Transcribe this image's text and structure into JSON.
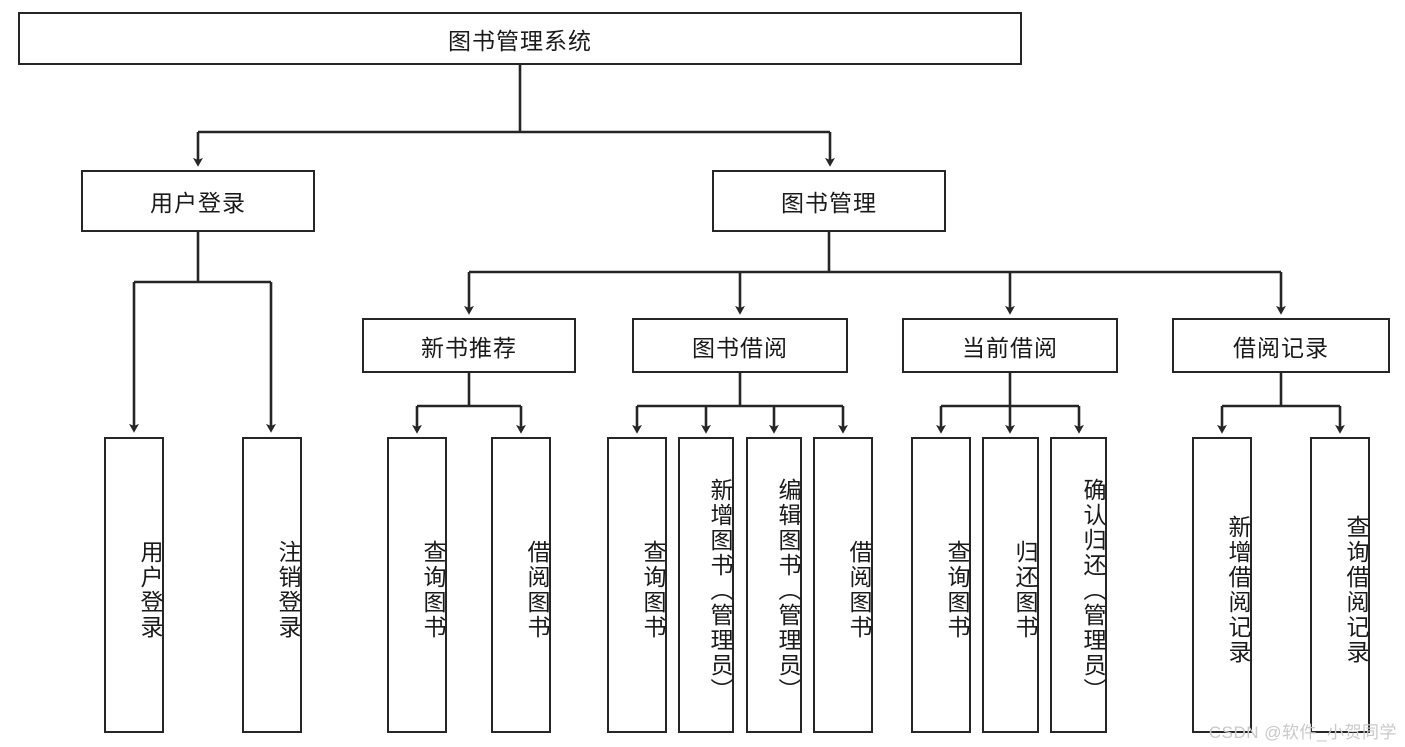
{
  "diagram": {
    "title": "图书管理系统",
    "type": "tree-hierarchy-function-chart",
    "root": {
      "label": "图书管理系统"
    },
    "level1": [
      {
        "label": "用户登录"
      },
      {
        "label": "图书管理"
      }
    ],
    "level2": [
      {
        "label": "新书推荐"
      },
      {
        "label": "图书借阅"
      },
      {
        "label": "当前借阅"
      },
      {
        "label": "借阅记录"
      }
    ],
    "leaves": {
      "user_login": [
        {
          "label": "用户登录"
        },
        {
          "label": "注销登录"
        }
      ],
      "new_book_recommend": [
        {
          "label": "查询图书"
        },
        {
          "label": "借阅图书"
        }
      ],
      "book_borrow": [
        {
          "label": "查询图书"
        },
        {
          "label": "新增图书（管理员）"
        },
        {
          "label": "编辑图书（管理员）"
        },
        {
          "label": "借阅图书"
        }
      ],
      "current_borrow": [
        {
          "label": "查询图书"
        },
        {
          "label": "归还图书"
        },
        {
          "label": "确认归还（管理员）"
        }
      ],
      "borrow_record": [
        {
          "label": "新增借阅记录"
        },
        {
          "label": "查询借阅记录"
        }
      ]
    },
    "watermark": "CSDN @软件_小贺同学",
    "colors": {
      "stroke": "#262626",
      "fill": "#ffffff",
      "text": "#1a1a1a",
      "watermark": "#c9c9c9"
    }
  }
}
